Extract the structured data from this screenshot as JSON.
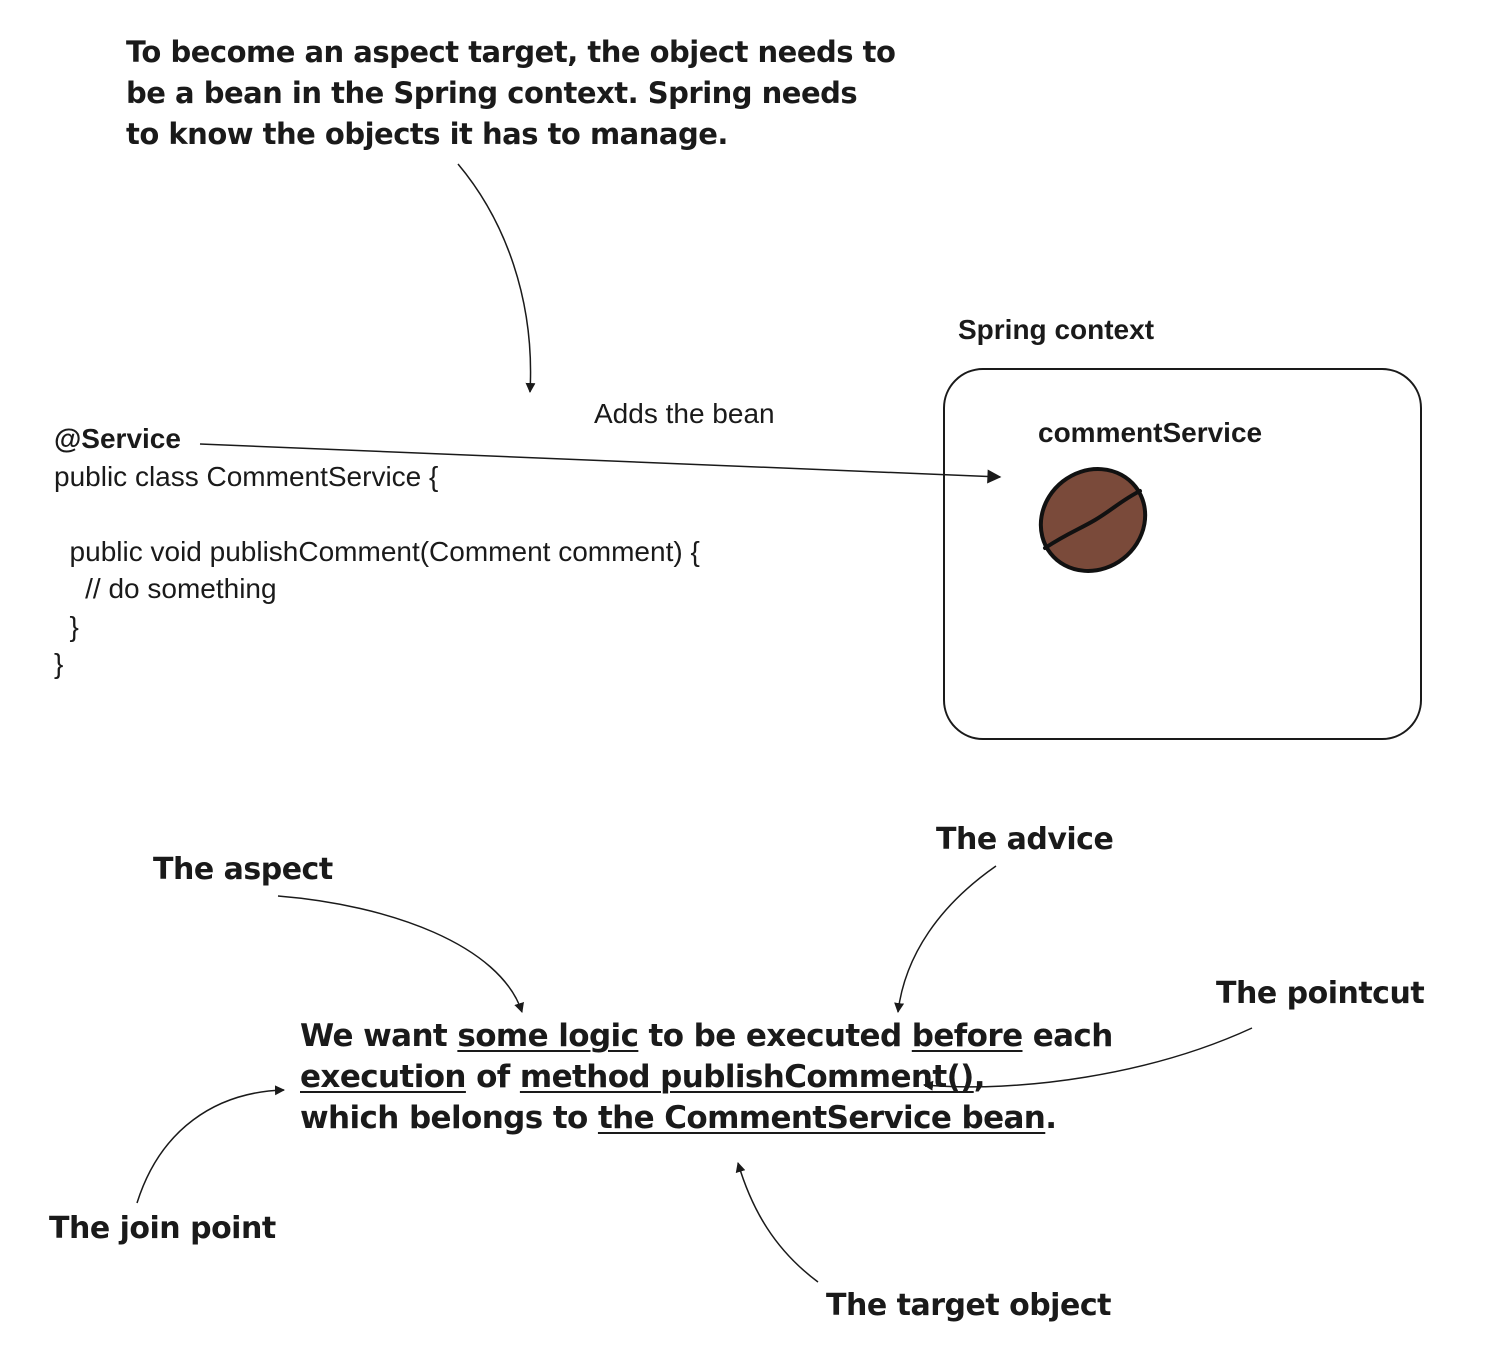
{
  "top_note": {
    "lines": [
      "To become an aspect target, the object needs to",
      "be a bean in the Spring context. Spring needs",
      "to know the objects it has to manage."
    ]
  },
  "code": {
    "lines": [
      "@Service",
      "public class CommentService {",
      "",
      "  public void publishComment(Comment comment) {",
      "    // do something",
      "  }",
      "}"
    ]
  },
  "arrow_label": "Adds the bean",
  "spring_context": {
    "title": "Spring context",
    "bean_name": "commentService"
  },
  "labels": {
    "aspect": "The aspect",
    "advice": "The advice",
    "pointcut": "The pointcut",
    "join_point": "The join point",
    "target_object": "The target object"
  },
  "sentence": {
    "p1": "We want ",
    "u1": "some logic",
    "p2": " to be executed ",
    "u2": "before",
    "p3": " each",
    "u3": "execution",
    "p4": " of ",
    "u4": "method publishComment()",
    "p5": ",",
    "p6": "which belongs to ",
    "u5": "the CommentService bean",
    "p7": "."
  },
  "colors": {
    "bean_fill": "#7a4a3a",
    "ink": "#1a1a1a"
  },
  "icons": {
    "bean": "coffee-bean-icon"
  }
}
